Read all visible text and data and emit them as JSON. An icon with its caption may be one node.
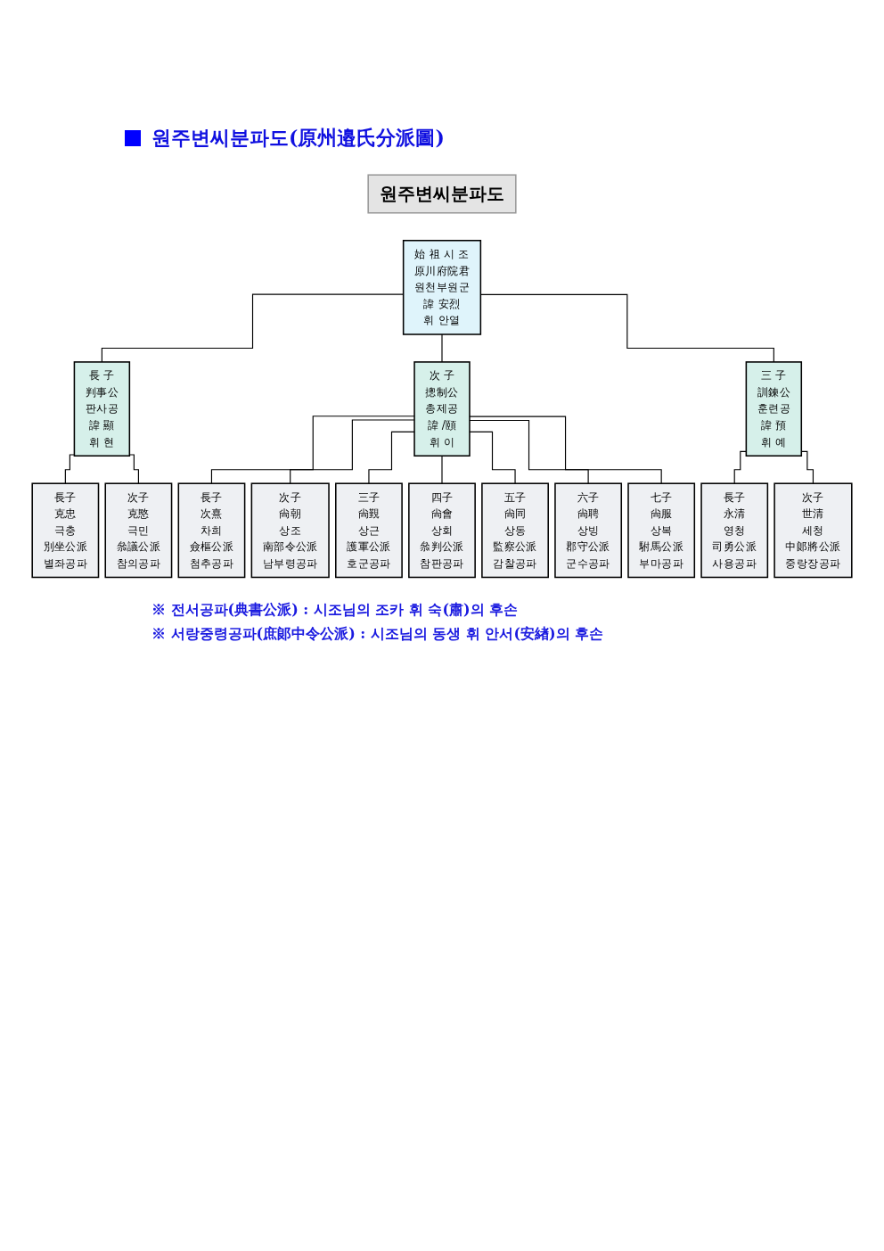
{
  "diagram": {
    "title": "원주변씨분파도(原州邉氏分派圖)",
    "nodes": [
      {
        "text": [
          "원주변씨분파도"
        ]
      },
      {
        "text": [
          "始 祖 시 조",
          "原川府院君",
          "원천부원군",
          "諱 安烈",
          "휘 안열"
        ]
      },
      {
        "text": [
          "長 子",
          "判事公",
          "판사공",
          "諱 顯",
          "휘 현"
        ]
      },
      {
        "text": [
          "次 子",
          "摠制公",
          "총제공",
          "諱 /頤",
          "휘 이"
        ]
      },
      {
        "text": [
          "三 子",
          "訓鍊公",
          "훈련공",
          "諱 預",
          "휘 예"
        ]
      },
      {
        "text": [
          "長子",
          "克忠",
          "극충",
          "別坐公派",
          "별좌공파"
        ]
      },
      {
        "text": [
          "次子",
          "克愍",
          "극민",
          "叅議公派",
          "참의공파"
        ]
      },
      {
        "text": [
          "長子",
          "次熹",
          "차희",
          "僉樞公派",
          "첨추공파"
        ]
      },
      {
        "text": [
          "次子",
          "尙朝",
          "상조",
          "南部令公派",
          "남부령공파"
        ]
      },
      {
        "text": [
          "三子",
          "尙覲",
          "상근",
          "護軍公派",
          "호군공파"
        ]
      },
      {
        "text": [
          "四子",
          "尙會",
          "상회",
          "叅判公派",
          "참판공파"
        ]
      },
      {
        "text": [
          "五子",
          "尙同",
          "상동",
          "監察公派",
          "감찰공파"
        ]
      },
      {
        "text": [
          "六子",
          "尙聘",
          "상빙",
          "郡守公派",
          "군수공파"
        ]
      },
      {
        "text": [
          "七子",
          "尙服",
          "상복",
          "駙馬公派",
          "부마공파"
        ]
      },
      {
        "text": [
          "長子",
          "永清",
          "영청",
          "司勇公派",
          "사용공파"
        ]
      },
      {
        "text": [
          "次子",
          "世清",
          "세청",
          "中郞將公派",
          "중랑장공파"
        ]
      }
    ],
    "edges": [
      {
        "from": 1,
        "to": 2,
        "arrow": "none"
      },
      {
        "from": 1,
        "to": 3,
        "arrow": "none"
      },
      {
        "from": 1,
        "to": 4,
        "arrow": "none"
      },
      {
        "from": 2,
        "to": 5,
        "arrow": "none"
      },
      {
        "from": 2,
        "to": 6,
        "arrow": "none"
      },
      {
        "from": 3,
        "to": 7,
        "arrow": "none"
      },
      {
        "from": 3,
        "to": 8,
        "arrow": "none"
      },
      {
        "from": 3,
        "to": 9,
        "arrow": "none"
      },
      {
        "from": 3,
        "to": 10,
        "arrow": "none"
      },
      {
        "from": 3,
        "to": 11,
        "arrow": "none"
      },
      {
        "from": 3,
        "to": 12,
        "arrow": "none"
      },
      {
        "from": 3,
        "to": 13,
        "arrow": "none"
      },
      {
        "from": 4,
        "to": 14,
        "arrow": "none"
      },
      {
        "from": 4,
        "to": 15,
        "arrow": "none"
      }
    ],
    "labels": [
      "※ 전서공파(典書公派) : 시조님의 조카 휘 숙(肅)의 후손",
      "※ 서랑중령공파(庶郞中令公派) : 시조님의 동생 휘 안서(安緖)의 후손"
    ]
  }
}
